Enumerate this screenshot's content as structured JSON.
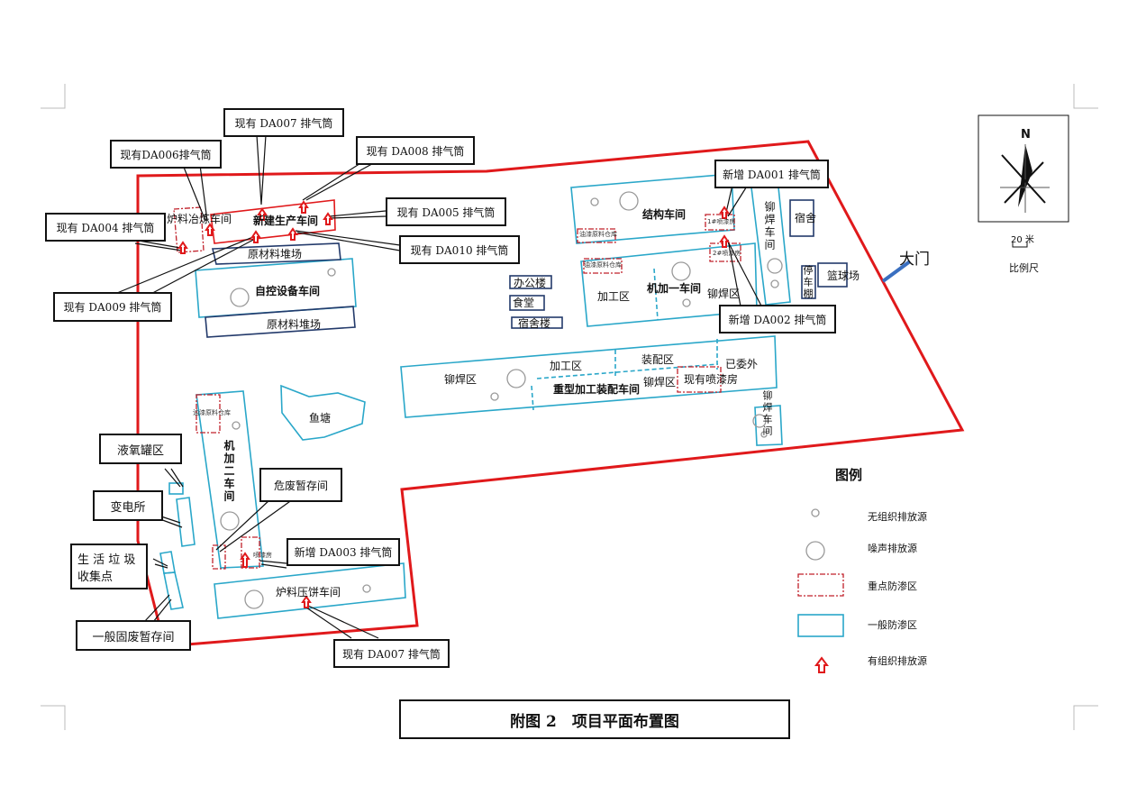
{
  "buildings": {
    "xinjian": "新建生产车间",
    "luliao_yelian": "炉料冶炼车间",
    "yuancailiao1": "原材料堆场",
    "zikong": "自控设备车间",
    "yuancailiao2": "原材料堆场",
    "jiegou": "结构车间",
    "youqi1": "油漆原料仓库",
    "penqi1": "1#喷漆房",
    "penqi2": "2#喷漆房",
    "youqi2": "油漆原料仓库",
    "jiagong1": "加工区",
    "jijia1": "机加一车间",
    "maohan1": "铆焊区",
    "maohan_shop": "铆焊车间",
    "sushe": "宿舍",
    "tingche": "停车棚",
    "lanqiu": "篮球场",
    "bangong": "办公楼",
    "shitang": "食堂",
    "sushelou": "宿舍楼",
    "heavy_maohan": "铆焊区",
    "heavy_jiagong": "加工区",
    "heavy_zhuangpei": "装配区",
    "heavy_weiwai": "已委外",
    "heavy_maohan2": "铆焊区",
    "heavy_penqi": "现有喷漆房",
    "heavy": "重型加工装配车间",
    "maohan_small": "铆焊车间",
    "yutang": "鱼塘",
    "youqi3": "油漆原料仓库",
    "jijia2": "机加二车间",
    "penqi3": "喷漆房",
    "luliao_yabing": "炉料压饼车间",
    "gate": "大门"
  },
  "callouts": {
    "da007_top": "现有 DA007 排气筒",
    "da006": "现有DA006排气筒",
    "da008": "现有 DA008 排气筒",
    "da005": "现有 DA005 排气筒",
    "da004": "现有 DA004 排气筒",
    "da010": "现有 DA010 排气筒",
    "da009": "现有 DA009 排气筒",
    "da001": "新增 DA001 排气筒",
    "da002": "新增 DA002 排气筒",
    "da003": "新增 DA003 排气筒",
    "da007_bottom": "现有 DA007 排气筒",
    "yeyang": "液氧罐区",
    "biandian": "变电所",
    "laji": "生 活 垃 圾 收集点",
    "gufei": "一般固废暂存间",
    "weifei": "危废暂存间"
  },
  "compass": {
    "north": "N",
    "scale_value": "20 米",
    "scale_label": "比例尺"
  },
  "legend": {
    "title": "图例",
    "items": [
      {
        "icon": "fugitive-emission-icon",
        "label": "无组织排放源"
      },
      {
        "icon": "noise-source-icon",
        "label": "噪声排放源"
      },
      {
        "icon": "key-seepage-zone-icon",
        "label": "重点防渗区"
      },
      {
        "icon": "general-seepage-zone-icon",
        "label": "一般防渗区"
      },
      {
        "icon": "organized-emission-arrow-icon",
        "label": "有组织排放源"
      }
    ]
  },
  "colors": {
    "boundary": "#e0191b",
    "building": "#2aa7c9",
    "hazard": "#c0202a"
  },
  "title": "附图 2　项目平面布置图"
}
